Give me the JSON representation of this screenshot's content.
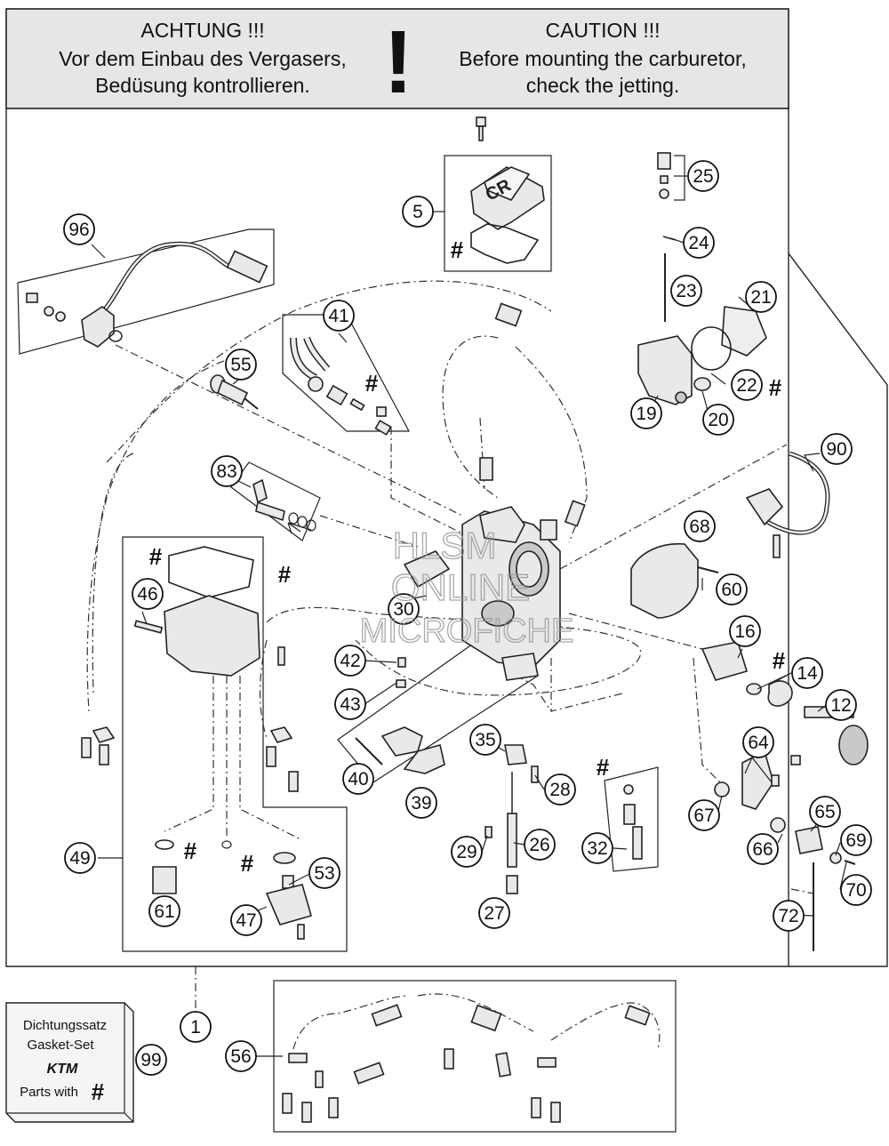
{
  "header": {
    "left": [
      "ACHTUNG !!!",
      "Vor dem Einbau des Vergasers,",
      "Bedüsung kontrollieren."
    ],
    "symbol": "!",
    "right": [
      "CAUTION !!!",
      "Before mounting the carburetor,",
      "check the jetting."
    ]
  },
  "watermark": [
    "HLSM",
    "ONLINE",
    "MICROFICHE"
  ],
  "cover_label": "CR",
  "gasket_box": {
    "line1": "Dichtungssatz",
    "line2": "Gasket-Set",
    "brand": "KTM",
    "line3": "Parts with",
    "symbol": "#"
  },
  "callouts": [
    "1",
    "5",
    "12",
    "14",
    "16",
    "19",
    "20",
    "21",
    "22",
    "23",
    "24",
    "25",
    "26",
    "27",
    "28",
    "29",
    "30",
    "32",
    "35",
    "39",
    "40",
    "41",
    "42",
    "43",
    "46",
    "47",
    "49",
    "53",
    "55",
    "56",
    "60",
    "61",
    "64",
    "65",
    "66",
    "67",
    "68",
    "69",
    "70",
    "72",
    "83",
    "90",
    "96",
    "99"
  ],
  "gasket_marker": "#",
  "colors": {
    "line": "#222222",
    "part_fill": "#e9e9e9",
    "background": "#ffffff"
  }
}
